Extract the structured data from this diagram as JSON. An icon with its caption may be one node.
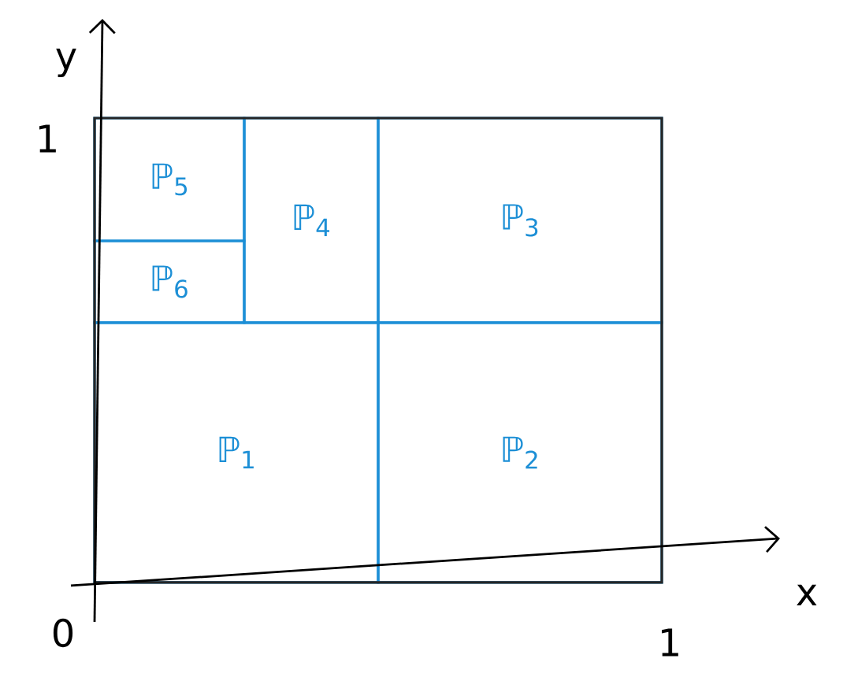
{
  "diagram": {
    "nodes": [
      {
        "text": [
          "ℙ$_{5}$"
        ]
      },
      {
        "text": [
          "ℙ$_{4}$"
        ]
      },
      {
        "text": [
          "ℙ$_{3}$"
        ]
      },
      {
        "text": [
          "ℙ$_{6}$"
        ]
      },
      {
        "text": [
          "ℙ$_{1}$"
        ]
      },
      {
        "text": [
          "ℙ$_{2}$"
        ]
      }
    ],
    "labels": [
      "y",
      "1",
      "0",
      "x",
      "1"
    ]
  }
}
